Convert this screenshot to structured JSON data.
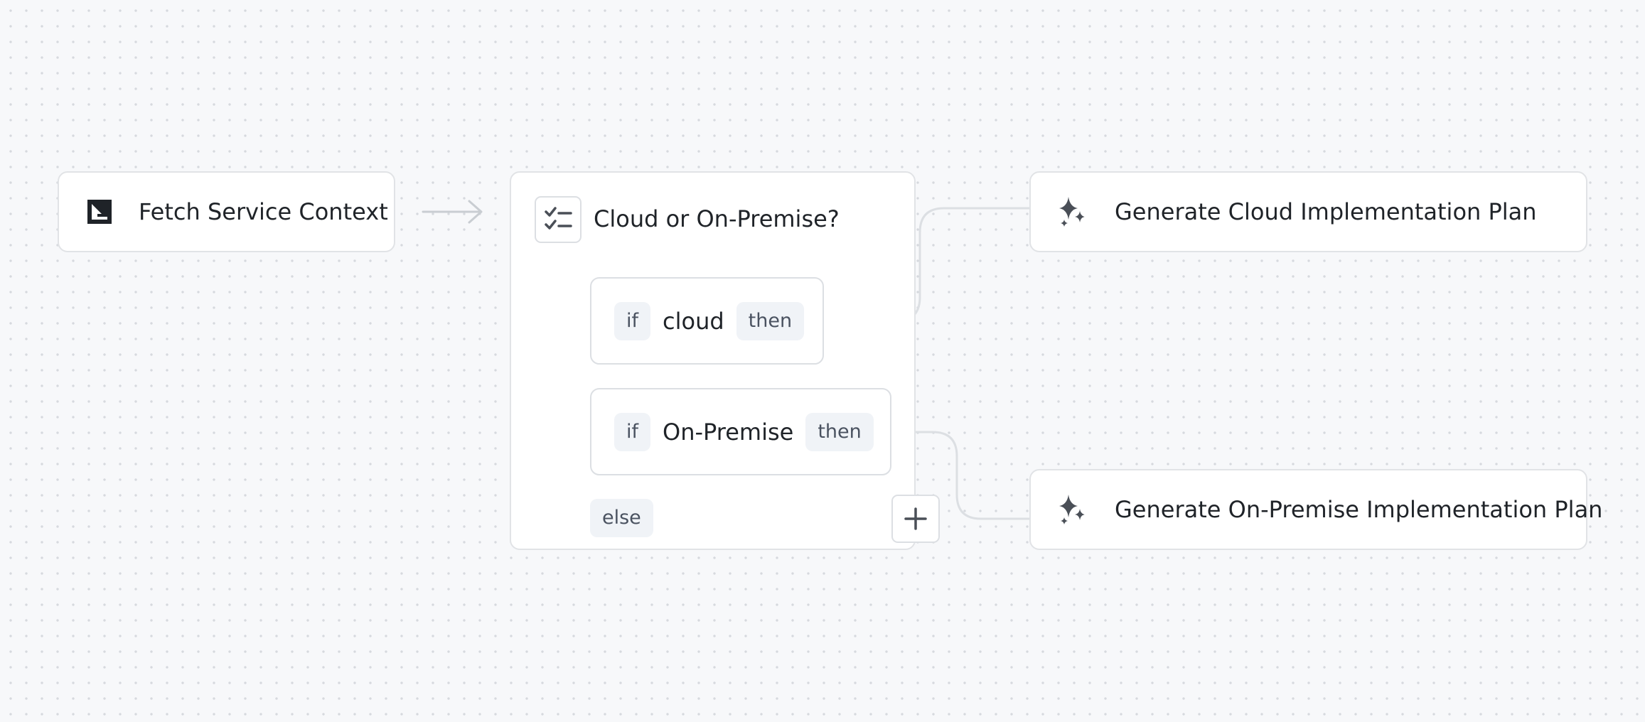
{
  "nodes": {
    "fetch": {
      "label": "Fetch Service Context",
      "icon": "fetch-arrow-icon"
    },
    "router": {
      "title": "Cloud or On-Premise?",
      "icon": "checklist-icon",
      "branches": [
        {
          "if_label": "if",
          "value": "cloud",
          "then_label": "then"
        },
        {
          "if_label": "if",
          "value": "On-Premise",
          "then_label": "then"
        }
      ],
      "else_label": "else",
      "add_icon": "plus-icon"
    },
    "cloud_plan": {
      "label": "Generate Cloud Implementation Plan",
      "icon": "sparkles-icon"
    },
    "onprem_plan": {
      "label": "Generate On-Premise Implementation Plan",
      "icon": "sparkles-icon"
    }
  },
  "colors": {
    "background": "#f7f8fa",
    "node_border": "#e1e3e6",
    "connector": "#dcdfe3",
    "pill_background": "#f0f3f7",
    "icon": "#4a4f57"
  }
}
